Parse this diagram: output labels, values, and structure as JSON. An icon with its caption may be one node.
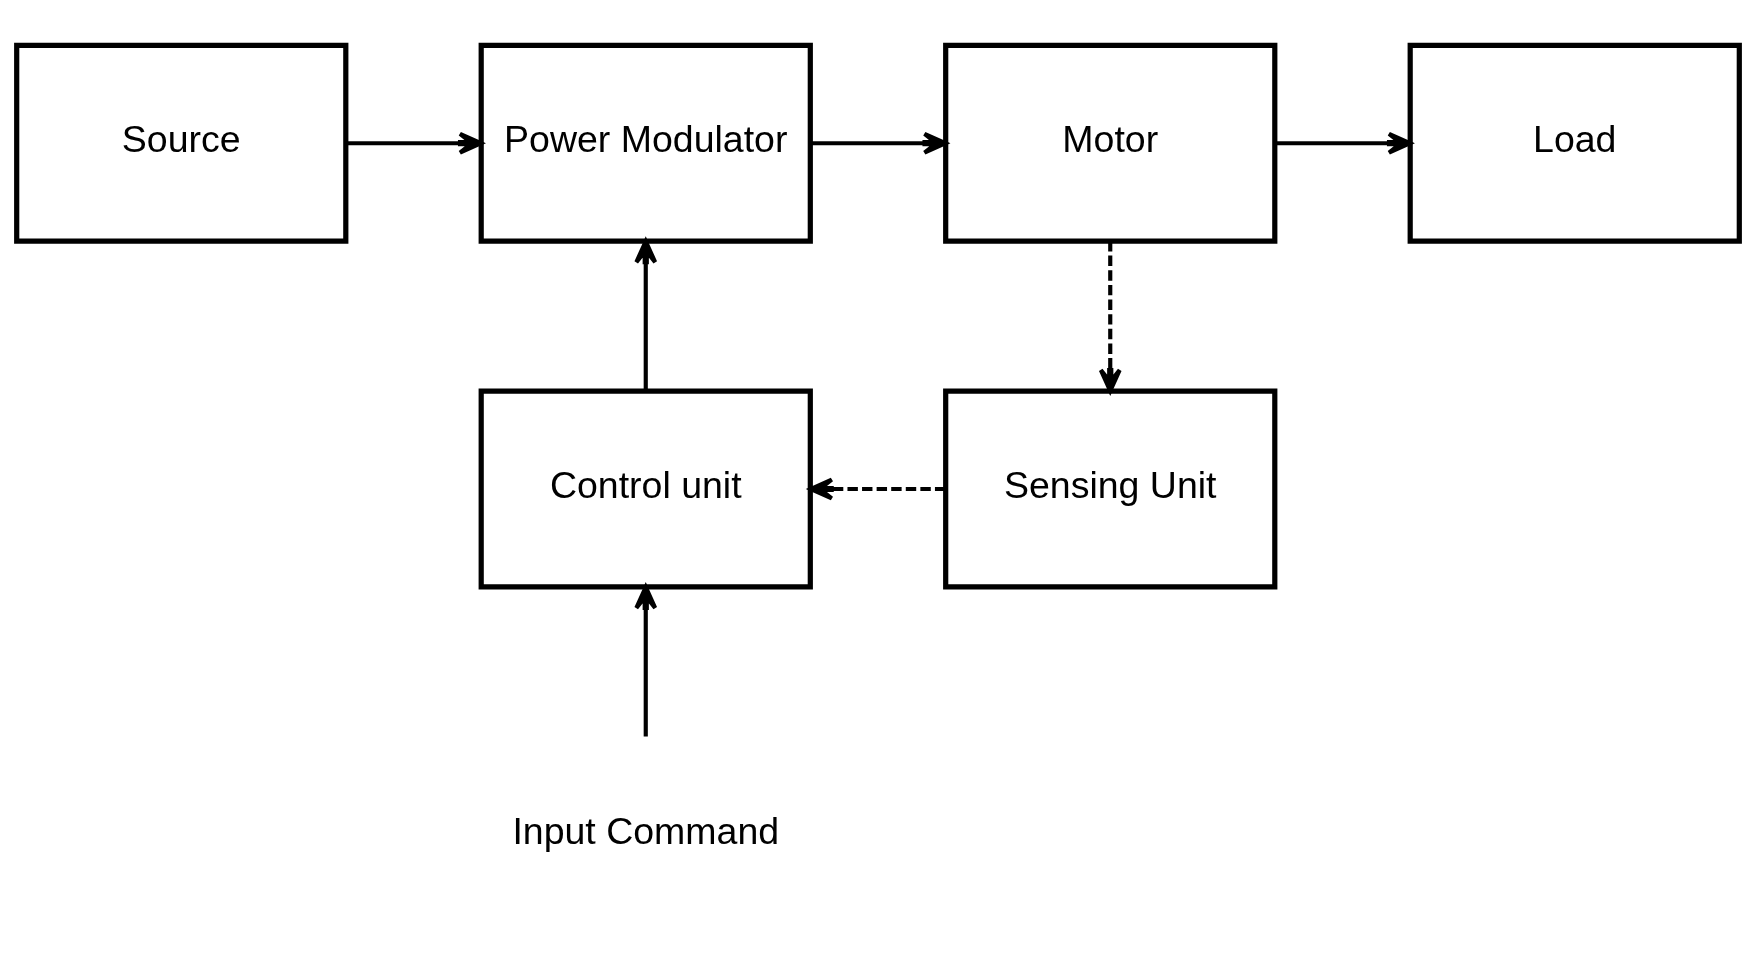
{
  "diagram": {
    "nodes": [
      {
        "text": [
          "Source"
        ]
      },
      {
        "text": [
          "Power Modulator"
        ]
      },
      {
        "text": [
          "Motor"
        ]
      },
      {
        "text": [
          "Load"
        ]
      },
      {
        "text": [
          "Control unit"
        ]
      },
      {
        "text": [
          "Sensing Unit"
        ]
      },
      {
        "text": [
          "Input Command"
        ]
      }
    ],
    "edges": [
      {
        "from": 0,
        "to": 1,
        "arrow": "to"
      },
      {
        "from": 1,
        "to": 2,
        "arrow": "to"
      },
      {
        "from": 2,
        "to": 3,
        "arrow": "to"
      },
      {
        "from": 2,
        "to": 5,
        "arrow": "to",
        "style": "dashed"
      },
      {
        "from": 5,
        "to": 4,
        "arrow": "to",
        "style": "dashed"
      },
      {
        "from": 4,
        "to": 1,
        "arrow": "to"
      },
      {
        "from": 6,
        "to": 4,
        "arrow": "to"
      }
    ]
  }
}
